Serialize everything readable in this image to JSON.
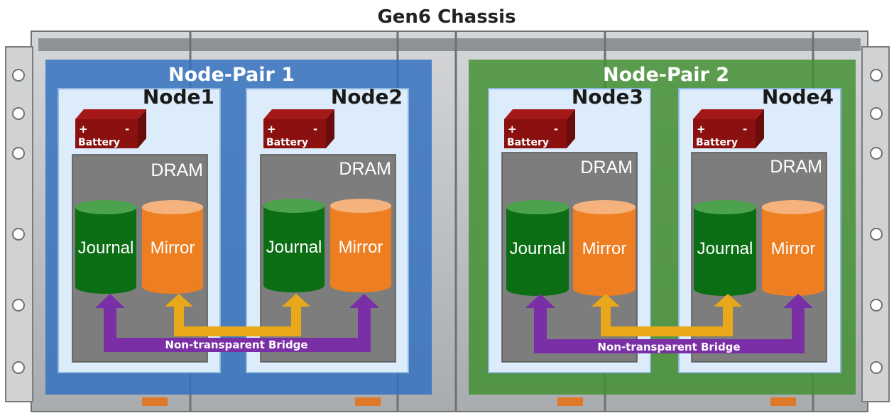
{
  "title": "Gen6 Chassis",
  "colors": {
    "pair1": "#2f6fc0",
    "pair2": "#3f8f2f",
    "node_panel": "#dcecfa",
    "dram": "#7d7d7d",
    "journal": "#0b6e14",
    "mirror": "#ee7e22",
    "battery": "#8b1111",
    "bridge": "#7b2fa6",
    "sync_arrow": "#e9a81a",
    "chassis": "#b9bcbf"
  },
  "pairs": [
    {
      "label": "Node-Pair 1",
      "bridge_label": "Non-transparent Bridge",
      "nodes": [
        {
          "label": "Node1",
          "battery": {
            "label": "Battery",
            "plus": "+",
            "minus": "-"
          },
          "dram_label": "DRAM",
          "journal_label": "Journal",
          "mirror_label": "Mirror"
        },
        {
          "label": "Node2",
          "battery": {
            "label": "Battery",
            "plus": "+",
            "minus": "-"
          },
          "dram_label": "DRAM",
          "journal_label": "Journal",
          "mirror_label": "Mirror"
        }
      ]
    },
    {
      "label": "Node-Pair 2",
      "bridge_label": "Non-transparent Bridge",
      "nodes": [
        {
          "label": "Node3",
          "battery": {
            "label": "Battery",
            "plus": "+",
            "minus": "-"
          },
          "dram_label": "DRAM",
          "journal_label": "Journal",
          "mirror_label": "Mirror"
        },
        {
          "label": "Node4",
          "battery": {
            "label": "Battery",
            "plus": "+",
            "minus": "-"
          },
          "dram_label": "DRAM",
          "journal_label": "Journal",
          "mirror_label": "Mirror"
        }
      ]
    }
  ]
}
